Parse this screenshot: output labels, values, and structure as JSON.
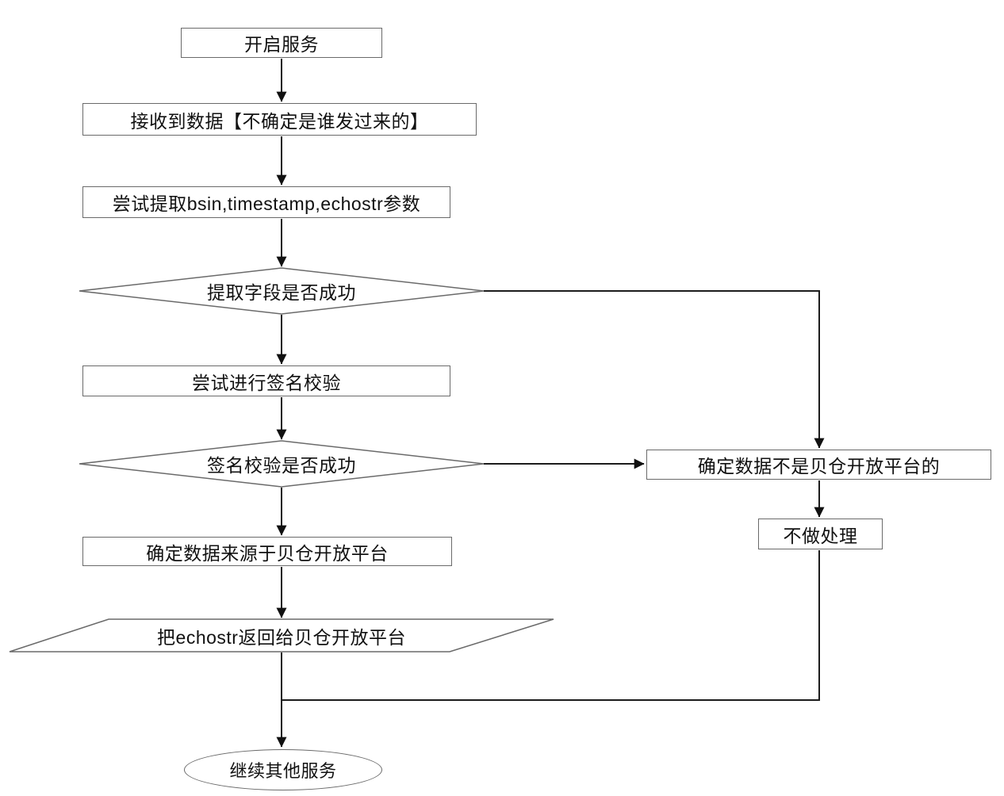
{
  "diagram": {
    "type": "flowchart",
    "language": "zh-CN",
    "background": "#ffffff",
    "colors": {
      "shape_border": "#6a6a6a",
      "connector_line": "#1c1c1c",
      "arrowhead": "#111111",
      "text": "#111111"
    },
    "nodes": {
      "start": {
        "shape": "rectangle",
        "label": "开启服务"
      },
      "receive_data": {
        "shape": "rectangle",
        "label": "接收到数据【不确定是谁发过来的】"
      },
      "extract_params": {
        "shape": "rectangle",
        "label": "尝试提取bsin,timestamp,echostr参数"
      },
      "extract_success": {
        "shape": "diamond",
        "label": "提取字段是否成功"
      },
      "try_verify": {
        "shape": "rectangle",
        "label": "尝试进行签名校验"
      },
      "verify_success": {
        "shape": "diamond",
        "label": "签名校验是否成功"
      },
      "confirm_from_platform": {
        "shape": "rectangle",
        "label": "确定数据来源于贝仓开放平台"
      },
      "return_echostr": {
        "shape": "parallelogram",
        "label": "把echostr返回给贝仓开放平台"
      },
      "continue_services": {
        "shape": "ellipse",
        "label": "继续其他服务"
      },
      "not_from_platform": {
        "shape": "rectangle",
        "label": "确定数据不是贝仓开放平台的"
      },
      "no_processing": {
        "shape": "rectangle",
        "label": "不做处理"
      }
    },
    "edges": [
      {
        "from": "start",
        "to": "receive_data"
      },
      {
        "from": "receive_data",
        "to": "extract_params"
      },
      {
        "from": "extract_params",
        "to": "extract_success"
      },
      {
        "from": "extract_success",
        "to": "try_verify"
      },
      {
        "from": "extract_success",
        "to": "not_from_platform"
      },
      {
        "from": "try_verify",
        "to": "verify_success"
      },
      {
        "from": "verify_success",
        "to": "confirm_from_platform"
      },
      {
        "from": "verify_success",
        "to": "not_from_platform"
      },
      {
        "from": "confirm_from_platform",
        "to": "return_echostr"
      },
      {
        "from": "return_echostr",
        "to": "continue_services"
      },
      {
        "from": "not_from_platform",
        "to": "no_processing"
      },
      {
        "from": "no_processing",
        "to": "continue_services"
      }
    ]
  }
}
